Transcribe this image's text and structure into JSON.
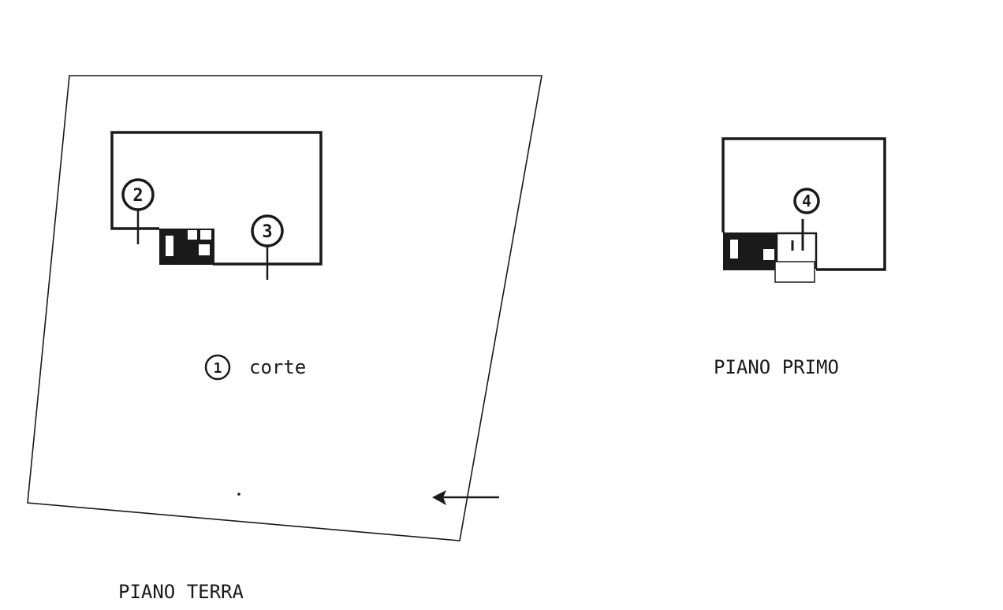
{
  "ground_floor": {
    "title": "PIANO TERRA",
    "courtyard_label": "corte",
    "markers": [
      "1",
      "2",
      "3"
    ]
  },
  "first_floor": {
    "title": "PIANO PRIMO",
    "markers": [
      "4"
    ]
  },
  "colors": {
    "ink": "#1a1a1a",
    "paper": "#ffffff"
  }
}
